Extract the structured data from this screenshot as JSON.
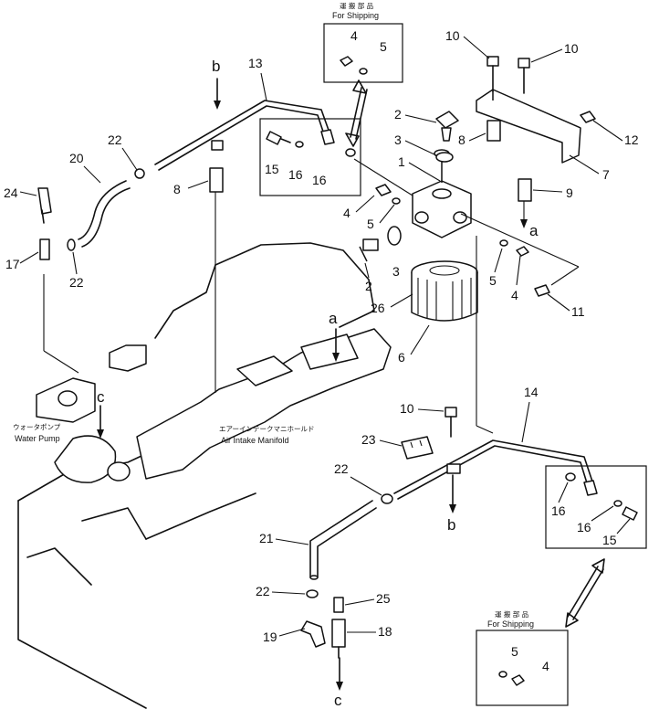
{
  "shipping_boxes": [
    {
      "jp": "運 搬 部 品",
      "en": "For Shipping"
    },
    {
      "jp": "運 搬 部 品",
      "en": "For Shipping"
    }
  ],
  "components": {
    "water_pump": {
      "jp": "ウォータポンプ",
      "en": "Water Pump"
    },
    "air_intake_manifold": {
      "jp": "エアーインテークマニホールド",
      "en": "Air Intake Manifold"
    }
  },
  "letters": {
    "a_top": "a",
    "a_bottom": "a",
    "b_top": "b",
    "b_bottom": "b",
    "c_top": "c",
    "c_bottom": "c"
  },
  "callouts": {
    "n1": "1",
    "n2a": "2",
    "n2b": "2",
    "n3a": "3",
    "n3b": "3",
    "n4a": "4",
    "n4b": "4",
    "n4c": "4",
    "n4d": "4",
    "n5a": "5",
    "n5b": "5",
    "n5c": "5",
    "n5d": "5",
    "n6": "6",
    "n7": "7",
    "n8a": "8",
    "n8b": "8",
    "n9": "9",
    "n10a": "10",
    "n10b": "10",
    "n10c": "10",
    "n11": "11",
    "n12": "12",
    "n13": "13",
    "n14": "14",
    "n15a": "15",
    "n15b": "15",
    "n16a": "16",
    "n16b": "16",
    "n16c": "16",
    "n16d": "16",
    "n17": "17",
    "n18": "18",
    "n19": "19",
    "n20": "20",
    "n21": "21",
    "n22a": "22",
    "n22b": "22",
    "n22c": "22",
    "n22d": "22",
    "n23": "23",
    "n24": "24",
    "n25": "25",
    "n26": "26"
  }
}
